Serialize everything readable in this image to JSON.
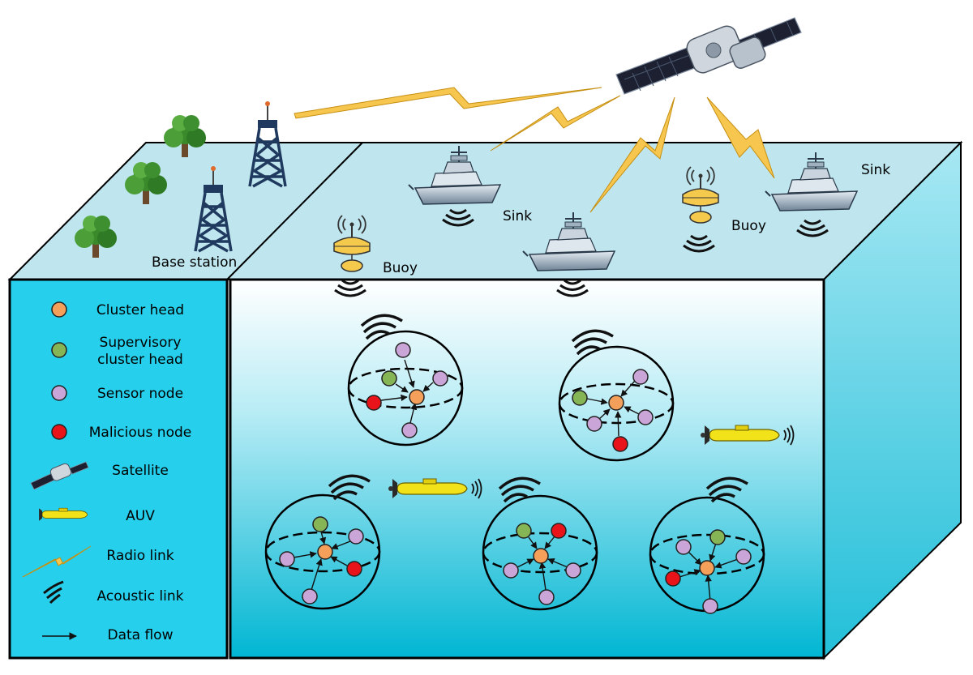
{
  "labels": {
    "base_station": "Base station",
    "buoy": "Buoy",
    "sink": "Sink"
  },
  "legend": [
    {
      "key": "cluster_head",
      "label": "Cluster head",
      "icon": "orange-circle",
      "color": "#f5a05a"
    },
    {
      "key": "supervisory_cluster_head",
      "label": "Supervisory",
      "label2": "cluster head",
      "icon": "green-circle",
      "color": "#86b556"
    },
    {
      "key": "sensor_node",
      "label": "Sensor node",
      "icon": "purple-circle",
      "color": "#c9a5d8"
    },
    {
      "key": "malicious_node",
      "label": "Malicious node",
      "icon": "red-circle",
      "color": "#e8141a"
    },
    {
      "key": "satellite",
      "label": "Satellite",
      "icon": "satellite-icon"
    },
    {
      "key": "auv",
      "label": "AUV",
      "icon": "auv-icon"
    },
    {
      "key": "radio_link",
      "label": "Radio link",
      "icon": "lightning-icon"
    },
    {
      "key": "acoustic_link",
      "label": "Acoustic link",
      "icon": "acoustic-wave-icon"
    },
    {
      "key": "data_flow",
      "label": "Data flow",
      "icon": "arrow-icon"
    }
  ],
  "colors": {
    "sea_surface": "#bfe6ef",
    "water_top": "#ffffff",
    "water_bottom": "#00b6d3",
    "legend_panel": "#26d0ec",
    "side_face": "#36c9e2",
    "lightning": "#f7c64f",
    "auv": "#f2e21a",
    "tower": "#1f3a5e"
  }
}
